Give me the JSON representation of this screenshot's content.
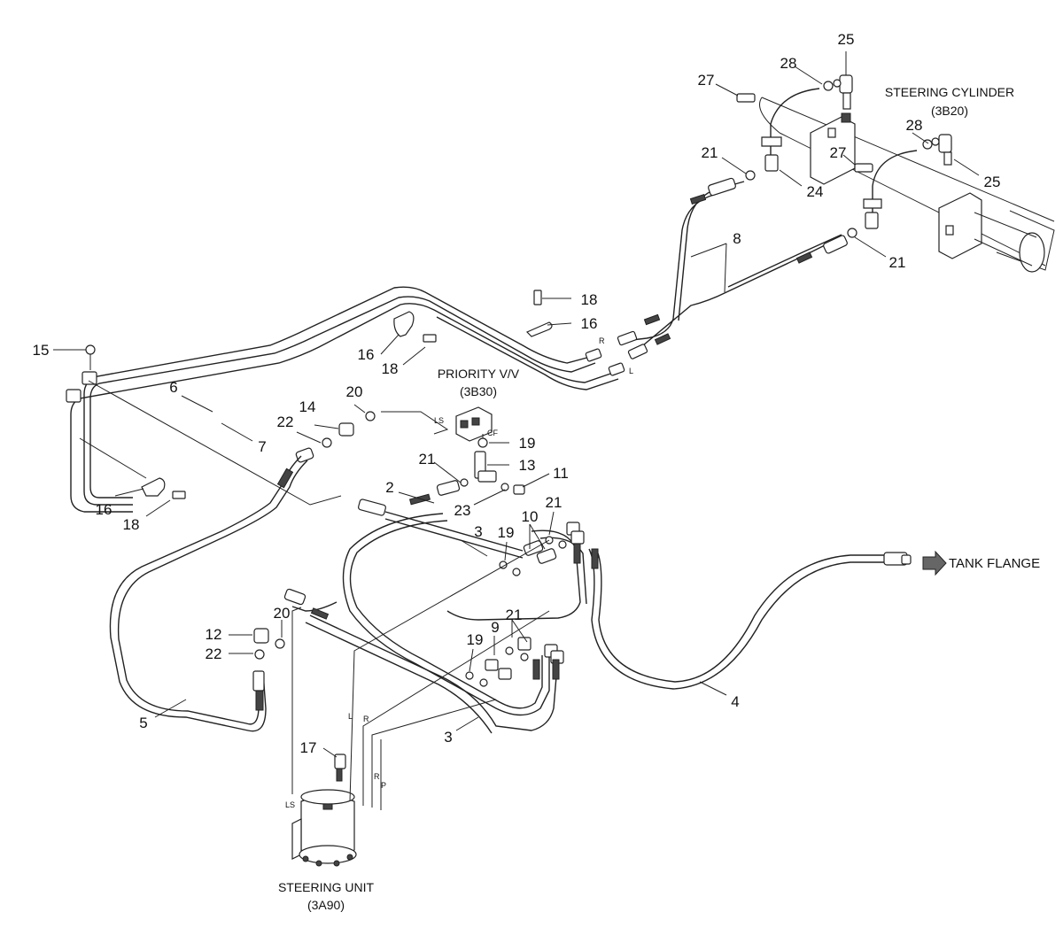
{
  "components": {
    "steering_cylinder": {
      "name": "STEERING CYLINDER",
      "code": "(3B20)"
    },
    "priority_valve": {
      "name": "PRIORITY V/V",
      "code": "(3B30)"
    },
    "steering_unit": {
      "name": "STEERING UNIT",
      "code": "(3A90)"
    },
    "tank_flange": {
      "name": "TANK FLANGE"
    }
  },
  "port_labels": {
    "ls": "LS",
    "cf": "CF",
    "r": "R",
    "l": "L",
    "p": "P"
  },
  "callouts": {
    "c25a": "25",
    "c28a": "28",
    "c27a": "27",
    "c21a": "21",
    "c24": "24",
    "c28b": "28",
    "c25b": "25",
    "c27b": "27",
    "c8": "8",
    "c21b": "21",
    "c18a": "18",
    "c16a": "16",
    "c15": "15",
    "c6": "6",
    "c16b": "16",
    "c18b": "18",
    "c20a": "20",
    "c14": "14",
    "c22a": "22",
    "c7": "7",
    "c19a": "19",
    "c21c": "21",
    "c13": "13",
    "c11": "11",
    "c2": "2",
    "c23": "23",
    "c16c": "16",
    "c18c": "18",
    "c10": "10",
    "c21d": "21",
    "c3a": "3",
    "c19b": "19",
    "c20b": "20",
    "c12": "12",
    "c22b": "22",
    "c9": "9",
    "c21e": "21",
    "c19c": "19",
    "c5": "5",
    "c3b": "3",
    "c17": "17",
    "c4": "4"
  },
  "icons": {
    "tank_arrow": "right-arrow-icon"
  }
}
